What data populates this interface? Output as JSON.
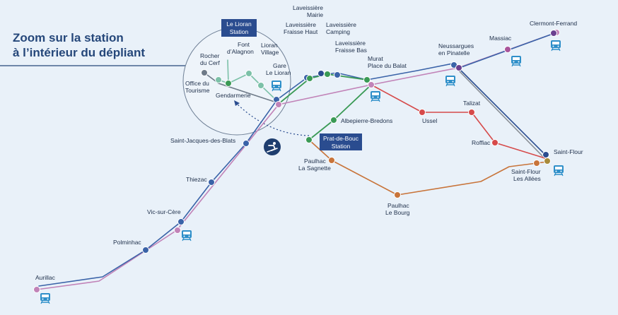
{
  "title": {
    "line1": "Zoom sur la station",
    "line2": "à l’intérieur du dépliant"
  },
  "colors": {
    "background": "#e9f1f9",
    "title": "#25477a",
    "line_blue": "#3a63a8",
    "line_pink": "#c183b8",
    "line_green": "#3a9a55",
    "line_red": "#d64a4a",
    "line_orange": "#c8743a",
    "line_teal": "#7cc1a8",
    "line_gray": "#8a8f96",
    "train_icon": "#2e8fc9",
    "station_box": "#2a4c8f"
  },
  "boxes": [
    {
      "id": "le-lioran-station",
      "lines": [
        "Le Lioran",
        "Station"
      ]
    },
    {
      "id": "prat-de-bouc-station",
      "lines": [
        "Prat-de-Bouc",
        "Station"
      ]
    }
  ],
  "stations": [
    {
      "id": "aurillac",
      "lines": [
        "Aurillac"
      ]
    },
    {
      "id": "polminhac",
      "lines": [
        "Polminhac"
      ]
    },
    {
      "id": "vic-sur-cere",
      "lines": [
        "Vic-sur-Cère"
      ]
    },
    {
      "id": "thiezac",
      "lines": [
        "Thiezac"
      ]
    },
    {
      "id": "saint-jacques-des-blats",
      "lines": [
        "Saint-Jacques-des-Blats"
      ]
    },
    {
      "id": "rocher-du-cerf",
      "lines": [
        "Rocher",
        "du Cerf"
      ]
    },
    {
      "id": "office-du-tourisme",
      "lines": [
        "Office du",
        "Tourisme"
      ]
    },
    {
      "id": "font-d-alagnon",
      "lines": [
        "Font",
        "d’Alagnon"
      ]
    },
    {
      "id": "lioran-village",
      "lines": [
        "Lioran",
        "Village"
      ]
    },
    {
      "id": "gare-le-lioran",
      "lines": [
        "Gare",
        "Le Lioran"
      ]
    },
    {
      "id": "gendarmerie",
      "lines": [
        "Gendarmerie"
      ]
    },
    {
      "id": "laveissiere-mairie",
      "lines": [
        "Laveissière",
        "Mairie"
      ]
    },
    {
      "id": "laveissiere-fraisse-haut",
      "lines": [
        "Laveissière",
        "Fraisse Haut"
      ]
    },
    {
      "id": "laveissiere-camping",
      "lines": [
        "Laveissière",
        "Camping"
      ]
    },
    {
      "id": "laveissiere-fraisse-bas",
      "lines": [
        "Laveissière",
        "Fraisse Bas"
      ]
    },
    {
      "id": "murat-place-du-balat",
      "lines": [
        "Murat",
        "Place du Balat"
      ]
    },
    {
      "id": "albepierre-bredons",
      "lines": [
        "Albepierre-Bredons"
      ]
    },
    {
      "id": "paulhac-la-sagnette",
      "lines": [
        "Paulhac",
        "La Sagnette"
      ]
    },
    {
      "id": "paulhac-le-bourg",
      "lines": [
        "Paulhac",
        "Le Bourg"
      ]
    },
    {
      "id": "ussel",
      "lines": [
        "Ussel"
      ]
    },
    {
      "id": "talizat",
      "lines": [
        "Talizat"
      ]
    },
    {
      "id": "roffiac",
      "lines": [
        "Roffiac"
      ]
    },
    {
      "id": "saint-flour",
      "lines": [
        "Saint-Flour"
      ]
    },
    {
      "id": "saint-flour-les-allees",
      "lines": [
        "Saint-Flour",
        "Les Allées"
      ]
    },
    {
      "id": "neussargues-en-pinatelle",
      "lines": [
        "Neussargues",
        "en Pinatelle"
      ]
    },
    {
      "id": "massiac",
      "lines": [
        "Massiac"
      ]
    },
    {
      "id": "clermont-ferrand",
      "lines": [
        "Clermont-Ferrand"
      ]
    }
  ],
  "icons": {
    "train": "train-icon",
    "skier": "skier-icon"
  }
}
